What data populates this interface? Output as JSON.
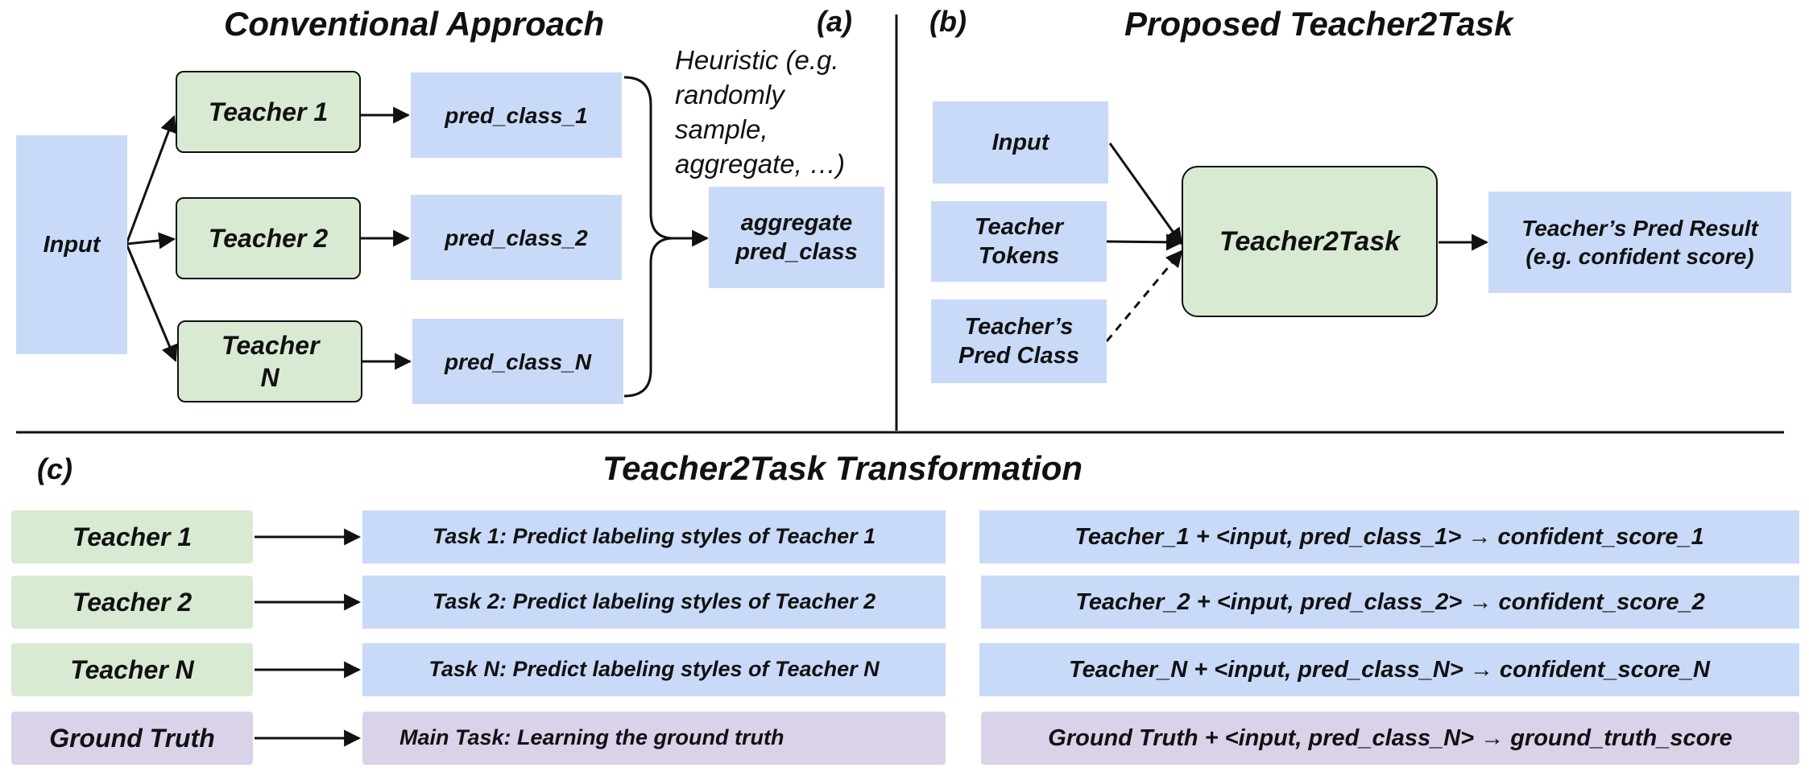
{
  "panel_a": {
    "title": "Conventional Approach",
    "tag": "(a)",
    "input": "Input",
    "teachers": [
      "Teacher 1",
      "Teacher 2",
      "Teacher N"
    ],
    "preds": [
      "pred_class_1",
      "pred_class_2",
      "pred_class_N"
    ],
    "heuristic": "Heuristic (e.g. randomly sample, aggregate, …)",
    "aggregate": "aggregate pred_class"
  },
  "panel_b": {
    "tag": "(b)",
    "title": "Proposed Teacher2Task",
    "inputs": [
      "Input",
      "Teacher Tokens",
      "Teacher’s Pred Class"
    ],
    "model": "Teacher2Task",
    "result": "Teacher’s Pred Result (e.g. confident score)"
  },
  "panel_c": {
    "tag": "(c)",
    "title": "Teacher2Task Transformation",
    "rows": [
      {
        "source": "Teacher 1",
        "task": "Task 1: Predict labeling styles of Teacher 1",
        "formula": "Teacher_1 + <input, pred_class_1> → confident_score_1"
      },
      {
        "source": "Teacher 2",
        "task": "Task 2: Predict labeling styles of Teacher 2",
        "formula": "Teacher_2 + <input, pred_class_2> → confident_score_2"
      },
      {
        "source": "Teacher N",
        "task": "Task N: Predict labeling styles of Teacher N",
        "formula": "Teacher_N + <input, pred_class_N> → confident_score_N"
      },
      {
        "source": "Ground Truth",
        "task": "Main Task:  Learning the ground truth",
        "formula": "Ground Truth + <input, pred_class_N> → ground_truth_score"
      }
    ]
  },
  "colors": {
    "blue": "#c9daf8",
    "green": "#d9ead3",
    "purple": "#d9d2e9"
  }
}
